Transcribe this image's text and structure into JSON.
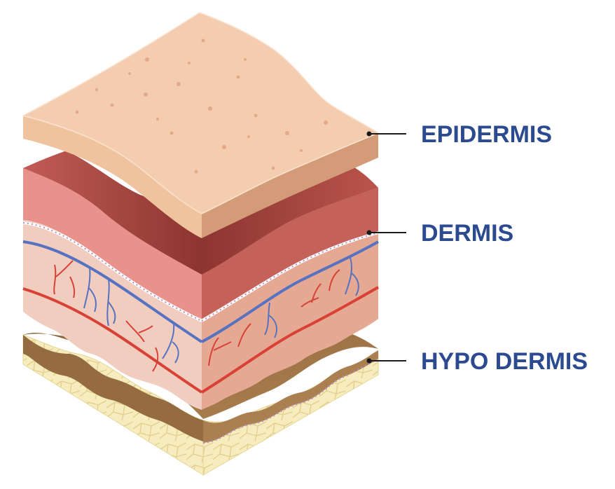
{
  "colors": {
    "label": "#2c4a8f",
    "leader": "#1a1a1a",
    "epidermis_top": "#f4cdb0",
    "epidermis_side": "#f0c39f",
    "epidermis_right": "#d39b78",
    "dermis_top": "#b24b46",
    "dermis_band": "#e6908a",
    "dermis_body": "#f1cdc0",
    "dermis_right": "#e5a893",
    "vein": "#5672c0",
    "artery": "#d84236",
    "hypo_fat": "#f5eab8",
    "hypo_brown": "#9b7148"
  },
  "labels": {
    "epidermis": "EPIDERMIS",
    "dermis": "DERMIS",
    "hypodermis": "HYPO DERMIS"
  }
}
